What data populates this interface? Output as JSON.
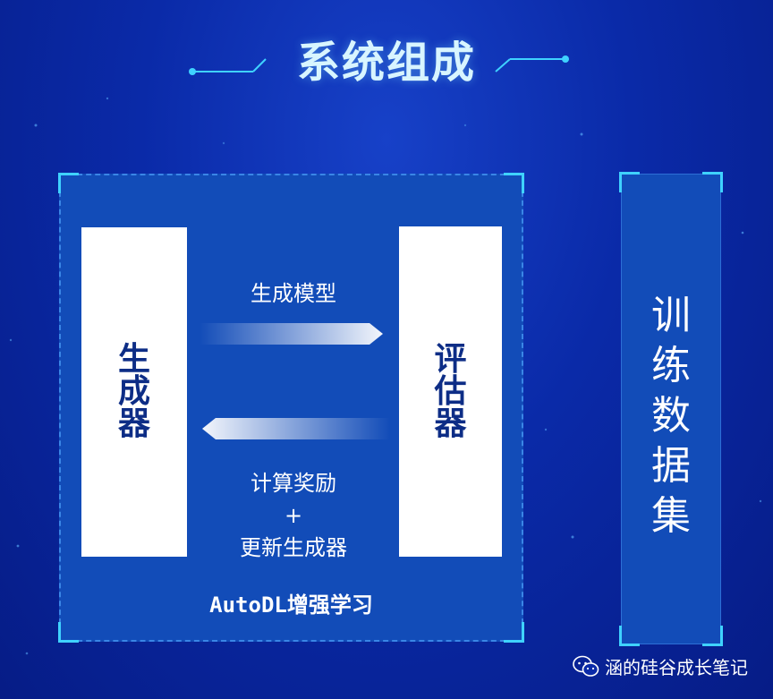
{
  "title": "系统组成",
  "system_box": {
    "generator": "生成器",
    "evaluator": "评估器",
    "forward_label": "生成模型",
    "backward_line1": "计算奖励",
    "backward_line2": "+",
    "backward_line3": "更新生成器",
    "footer_mono": "AutoDL",
    "footer_cjk": "增强学习"
  },
  "dataset_label": "训练数据集",
  "watermark": "涵的硅谷成长笔记",
  "icons": {
    "watermark_icon": "wechat-icon"
  },
  "colors": {
    "background": "#0a2aa8",
    "panel": "#124cb8",
    "accent": "#3fd2ff",
    "text_dark": "#0d2d86"
  }
}
